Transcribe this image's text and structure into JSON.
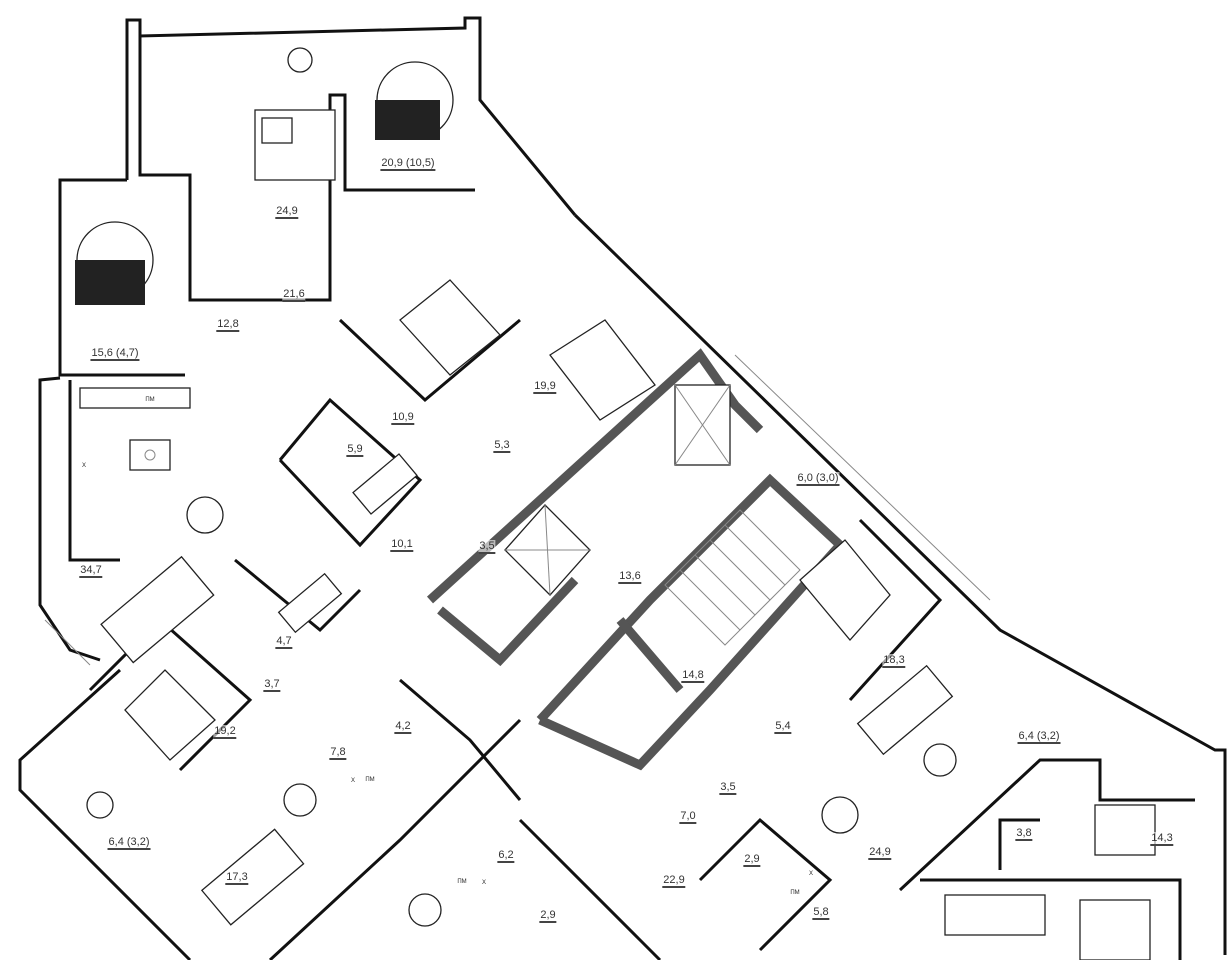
{
  "plan": {
    "rooms": [
      {
        "area": "20,9 (10,5)"
      },
      {
        "area": "24,9"
      },
      {
        "area": "15,6 (4,7)"
      },
      {
        "area": "12,8"
      },
      {
        "area": "21,6"
      },
      {
        "area": "19,9"
      },
      {
        "area": "10,9"
      },
      {
        "area": "5,9"
      },
      {
        "area": "5,3"
      },
      {
        "area": "6,0 (3,0)"
      },
      {
        "area": "10,1"
      },
      {
        "area": "3,5"
      },
      {
        "area": "13,6"
      },
      {
        "area": "34,7"
      },
      {
        "area": "4,7"
      },
      {
        "area": "14,8"
      },
      {
        "area": "18,3"
      },
      {
        "area": "3,7"
      },
      {
        "area": "4,2"
      },
      {
        "area": "6,4 (3,2)"
      },
      {
        "area": "19,2"
      },
      {
        "area": "7,8"
      },
      {
        "area": "5,4"
      },
      {
        "area": "3,5"
      },
      {
        "area": "7,0"
      },
      {
        "area": "24,9"
      },
      {
        "area": "3,8"
      },
      {
        "area": "14,3"
      },
      {
        "area": "6,4 (3,2)"
      },
      {
        "area": "17,3"
      },
      {
        "area": "6,2"
      },
      {
        "area": "2,9"
      },
      {
        "area": "22,9"
      },
      {
        "area": "2,9"
      },
      {
        "area": "5,8"
      }
    ],
    "appliance_marks": {
      "dishwasher": "ПМ",
      "washer": "Х"
    }
  }
}
